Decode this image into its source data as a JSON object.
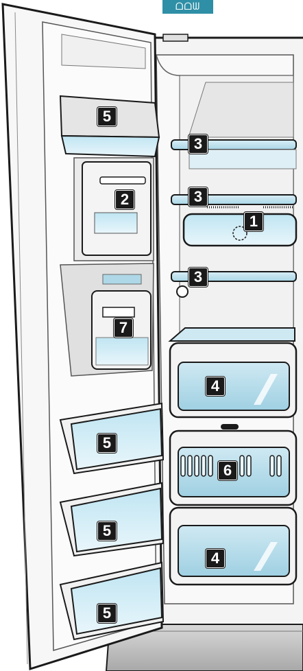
{
  "header_tab": {
    "text": "ᗝᗝᗯ",
    "color": "#2f8fa6"
  },
  "accent": "#7fc6df",
  "callouts": [
    {
      "id": "door-top-bin",
      "label": "5"
    },
    {
      "id": "shelf-top",
      "label": "3"
    },
    {
      "id": "ice-maker",
      "label": "2"
    },
    {
      "id": "shelf-middle",
      "label": "3"
    },
    {
      "id": "egg-box",
      "label": "1"
    },
    {
      "id": "shelf-lower",
      "label": "3"
    },
    {
      "id": "dispenser",
      "label": "7"
    },
    {
      "id": "crisper-upper",
      "label": "4"
    },
    {
      "id": "door-bin-1",
      "label": "5"
    },
    {
      "id": "chiller-drawer",
      "label": "6"
    },
    {
      "id": "door-bin-2",
      "label": "5"
    },
    {
      "id": "crisper-lower",
      "label": "4"
    },
    {
      "id": "door-bin-3",
      "label": "5"
    }
  ],
  "icons": {
    "top_right_vent": "vent-icon",
    "light_switch": "switch-icon"
  }
}
